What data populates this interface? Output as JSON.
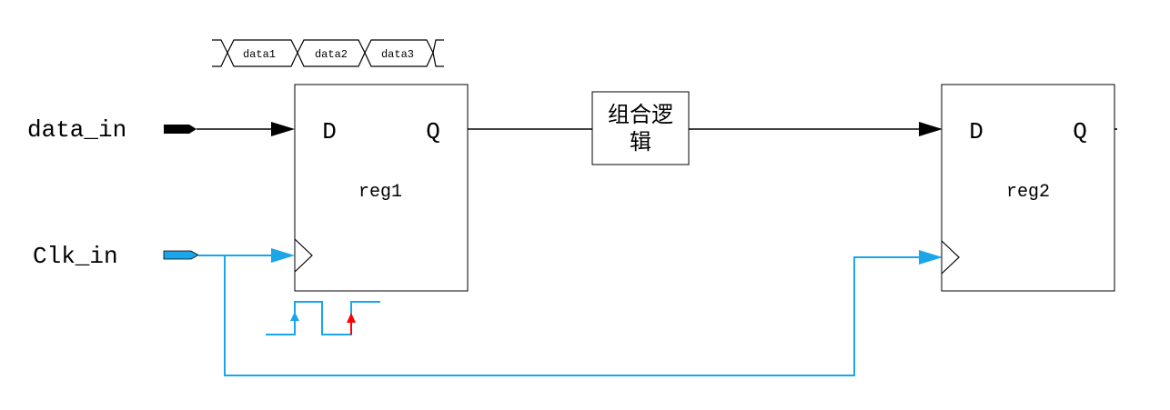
{
  "inputs": {
    "data_in": "data_in",
    "clk_in": "Clk_in"
  },
  "data_slots": [
    "data1",
    "data2",
    "data3"
  ],
  "registers": [
    {
      "name": "reg1",
      "d": "D",
      "q": "Q"
    },
    {
      "name": "reg2",
      "d": "D",
      "q": "Q"
    }
  ],
  "logic": {
    "line1": "组合逻",
    "line2": "辑"
  },
  "colors": {
    "clock": "#1aa6e8",
    "data_wire": "#000000",
    "edge_marker_first": "#1aa6e8",
    "edge_marker_second": "#ff0000"
  }
}
